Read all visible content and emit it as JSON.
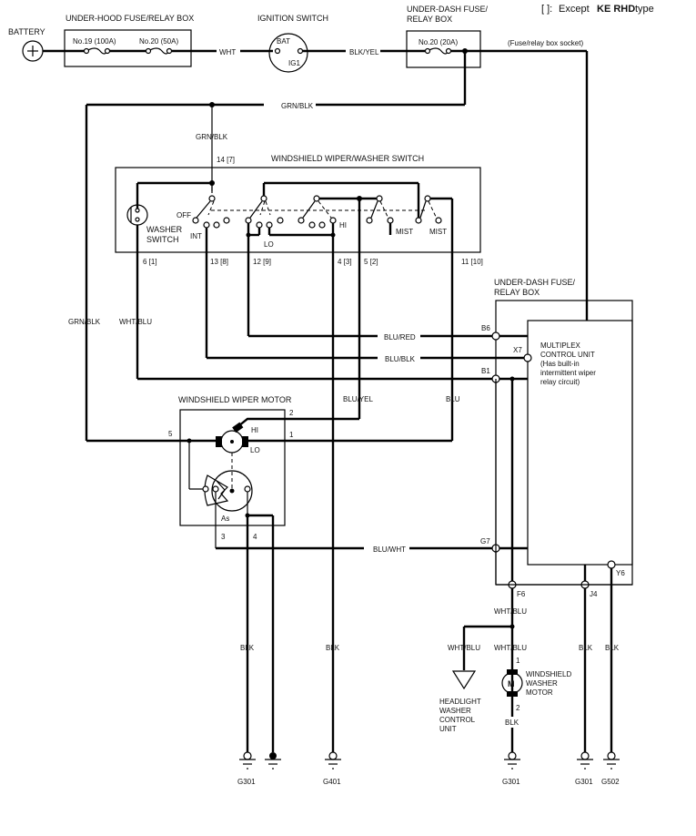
{
  "note": {
    "bracket": "[ ]:",
    "text1": "Except",
    "text2": "KE RHD",
    "text3": "type"
  },
  "components": {
    "battery": "BATTERY",
    "under_hood_box": "UNDER-HOOD FUSE/RELAY BOX",
    "fuse19": "No.19 (100A)",
    "fuse20_hood": "No.20 (50A)",
    "ignition_switch": "IGNITION SWITCH",
    "ign_bat": "BAT",
    "ign_ig1": "IG1",
    "under_dash_box_line1": "UNDER-DASH FUSE/",
    "under_dash_box_line2": "RELAY BOX",
    "fuse20_dash": "No.20 (20A)",
    "socket_note": "(Fuse/relay box socket)",
    "wiper_switch": "WINDSHIELD WIPER/WASHER SWITCH",
    "washer_switch_line1": "WASHER",
    "washer_switch_line2": "SWITCH",
    "pos_off": "OFF",
    "pos_int": "INT",
    "pos_lo": "LO",
    "pos_hi": "HI",
    "pos_mist1": "MIST",
    "pos_mist2": "MIST",
    "mcu_box_line1": "UNDER-DASH FUSE/",
    "mcu_box_line2": "RELAY BOX",
    "mcu_line1": "MULTIPLEX",
    "mcu_line2": "CONTROL UNIT",
    "mcu_line3": "(Has built-in",
    "mcu_line4": "intermittent wiper",
    "mcu_line5": "relay circuit)",
    "wiper_motor": "WINDSHIELD WIPER MOTOR",
    "motor_hi": "HI",
    "motor_lo": "LO",
    "motor_as": "As",
    "headlight_line1": "HEADLIGHT",
    "headlight_line2": "WASHER",
    "headlight_line3": "CONTROL",
    "headlight_line4": "UNIT",
    "washer_motor_line1": "WINDSHIELD",
    "washer_motor_line2": "WASHER",
    "washer_motor_line3": "MOTOR",
    "washer_motor_symbol": "M"
  },
  "wires": {
    "wht": "WHT",
    "blk_yel": "BLK/YEL",
    "grn_blk_top": "GRN/BLK",
    "grn_blk_mid": "GRN/BLK",
    "grn_blk_left": "GRN/BLK",
    "wht_blu_left": "WHT/BLU",
    "blu_red": "BLU/RED",
    "blu_blk": "BLU/BLK",
    "blu_yel": "BLU/YEL",
    "blu": "BLU",
    "blu_wht": "BLU/WHT",
    "wht_blu_f6": "WHT/BLU",
    "wht_blu_hl": "WHT/BLU",
    "wht_blu_wm": "WHT/BLU",
    "blk1": "BLK",
    "blk2": "BLK",
    "blk3": "BLK",
    "blk4": "BLK",
    "blk5": "BLK"
  },
  "pins": {
    "sw_14": "14 [7]",
    "sw_6": "6 [1]",
    "sw_13": "13 [8]",
    "sw_12": "12 [9]",
    "sw_4": "4 [3]",
    "sw_5": "5 [2]",
    "sw_11": "11 [10]",
    "b6": "B6",
    "x7": "X7",
    "b1": "B1",
    "g7": "G7",
    "f6": "F6",
    "j4": "J4",
    "y6": "Y6",
    "m5": "5",
    "m2": "2",
    "m1": "1",
    "m3": "3",
    "m4": "4",
    "wm1": "1",
    "wm2": "2"
  },
  "grounds": {
    "g1": "G301",
    "g2": "G401",
    "g3": "G301",
    "g4": "G301",
    "g5": "G502"
  }
}
